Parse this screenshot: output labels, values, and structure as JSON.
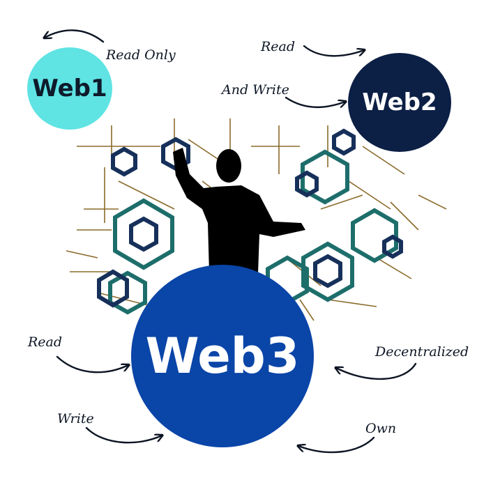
{
  "nodes": {
    "web1": "Web1",
    "web2": "Web2",
    "web3": "Web3"
  },
  "annotations": {
    "web1_read_only": "Read Only",
    "web2_read": "Read",
    "web2_and_write": "And Write",
    "web3_read": "Read",
    "web3_write": "Write",
    "web3_decentralized": "Decentralized",
    "web3_own": "Own"
  },
  "colors": {
    "web1": "#5fe3e3",
    "web2": "#0c1f45",
    "web3": "#0a45a8",
    "network_teal": "#1d6e6b",
    "network_navy": "#16305a",
    "network_wire": "#8a6a2a",
    "arrow": "#0d1524"
  }
}
